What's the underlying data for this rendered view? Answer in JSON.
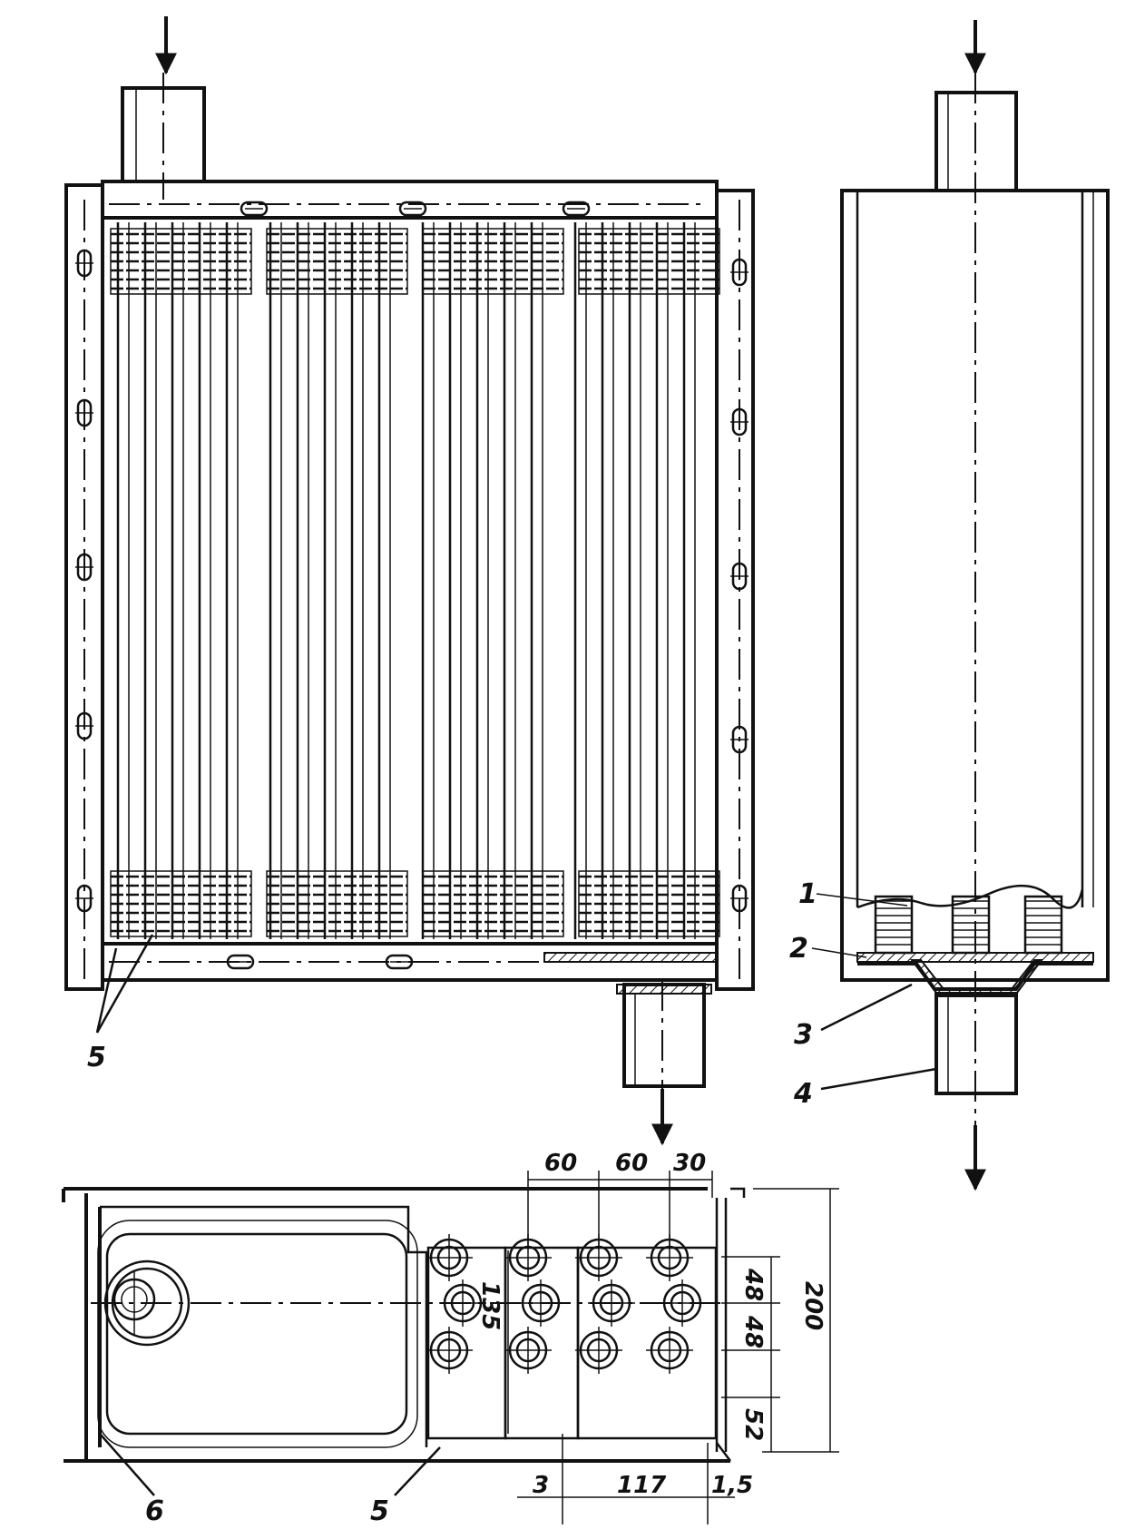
{
  "callouts": {
    "c1": "1",
    "c2": "2",
    "c3": "3",
    "c4": "4",
    "c5_front": "5",
    "c5_plan": "5",
    "c6": "6"
  },
  "dimensions": {
    "d60a": "60",
    "d60b": "60",
    "d30": "30",
    "d135": "135",
    "d48a": "48",
    "d48b": "48",
    "d52": "52",
    "d200": "200",
    "d3": "3",
    "d117": "117",
    "d1_5": "1,5"
  }
}
